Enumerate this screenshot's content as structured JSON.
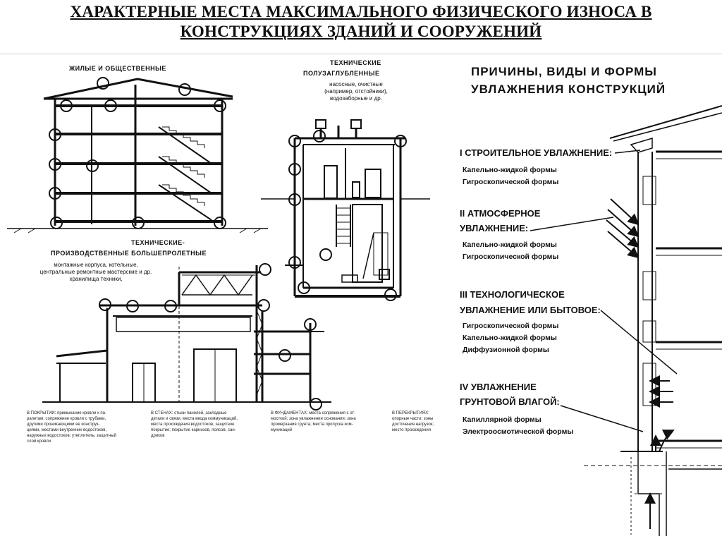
{
  "title": {
    "line1": "ХАРАКТЕРНЫЕ МЕСТА МАКСИМАЛЬНОГО ФИЗИЧЕСКОГО ИЗНОСА В",
    "line2": "КОНСТРУКЦИЯХ ЗДАНИЙ И СООРУЖЕНИЙ"
  },
  "sections": {
    "residential": "ЖИЛЫЕ И ОБЩЕСТВЕННЫЕ",
    "technical_title_1": "ТЕХНИЧЕСКИЕ",
    "technical_title_2": "ПОЛУЗАГЛУБЛЕННЫЕ",
    "technical_desc": "насосные, очистные\n(например, отстойники),\nводозаборные и др.",
    "industrial_title_1": "ТЕХНИЧЕСКИЕ-",
    "industrial_title_2": "ПРОИЗВОДСТВЕННЫЕ БОЛЬШЕПРОЛЕТНЫЕ",
    "industrial_desc": "монтажные корпуса, котельные,\nцентральные ремонтные мастерские и др.\nхранилища техники,"
  },
  "notes": [
    "В ПОКРЫТИИ: примыкание кровли к па-\nрапетам; сопряжение кровли с трубами,\nдругими проникающими ее конструк-\nциями, местами внутренних водостоков,\nнаружных водостоков; утеплитель, защитный\nслой кровли",
    "В СТЕНАХ: стыки панелей, закладные\nдетали и связи, места ввода коммуникаций,\nместа прохождения водостоков, защитное\nпокрытие; покрытие карнизов, поясов, сан-\nдриков",
    "В ФУНДАМЕНТАХ: места сопряжения с от-\nмосткой; зона увлажнения основания; зона\nпромерзания грунта; места пропуска ком-\nмуникаций",
    "В ПЕРЕКРЫТИЯХ:\nопорные части; зоны\nдосточения нагрузок;\nместо прохождения"
  ],
  "moisture": {
    "title_line1": "ПРИЧИНЫ, ВИДЫ И ФОРМЫ",
    "title_line2": "УВЛАЖНЕНИЯ КОНСТРУКЦИЙ",
    "cat1": "I СТРОИТЕЛЬНОЕ УВЛАЖНЕНИЕ:",
    "cat1_items": [
      "Капельно-жидкой формы",
      "Гигроскопической формы"
    ],
    "cat2_line1": "II АТМОСФЕРНОЕ",
    "cat2_line2": "УВЛАЖНЕНИЕ:",
    "cat2_items": [
      "Капельно-жидкой формы",
      "Гигроскопической формы"
    ],
    "cat3_line1": "III ТЕХНОЛОГИЧЕСКОЕ",
    "cat3_line2": "УВЛАЖНЕНИЕ ИЛИ БЫТОВОЕ:",
    "cat3_items": [
      "Гигроскопической формы",
      "Капельно-жидкой формы",
      "Диффузионной формы"
    ],
    "cat4_line1": "IV УВЛАЖНЕНИЕ",
    "cat4_line2": "ГРУНТОВОЙ ВЛАГОЙ:",
    "cat4_items": [
      "Капиллярной формы",
      "Электроосмотической формы"
    ]
  }
}
